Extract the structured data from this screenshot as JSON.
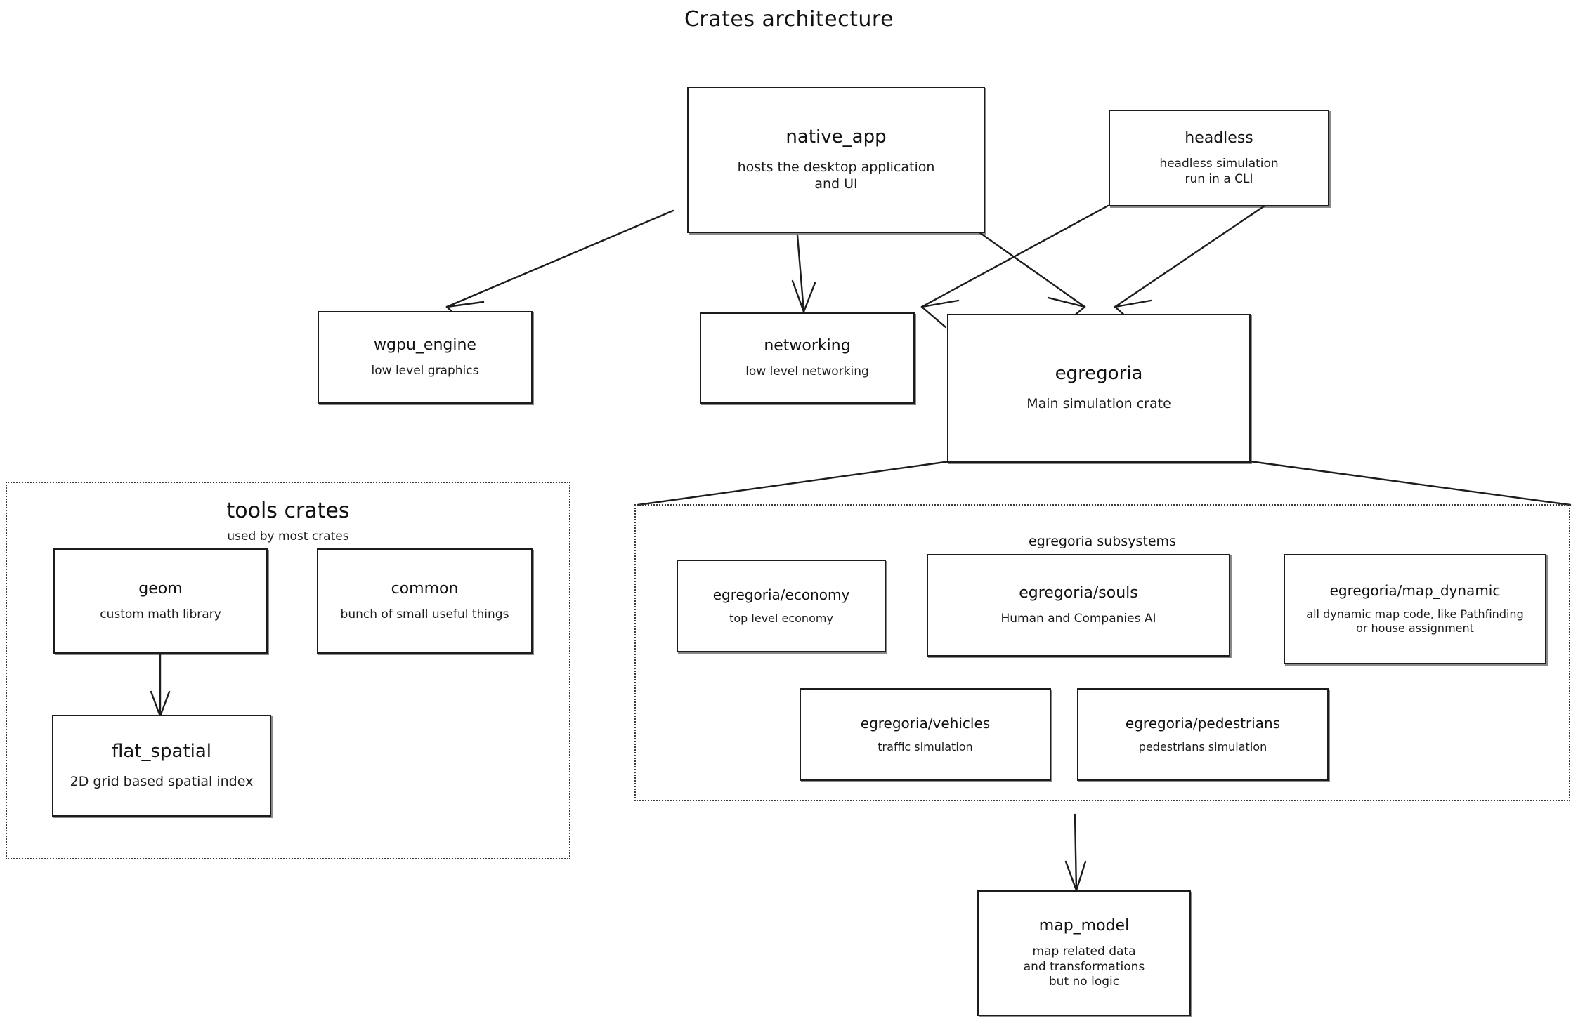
{
  "title": "Crates architecture",
  "nodes": {
    "native_app": {
      "name": "native_app",
      "desc": "hosts the desktop application\nand UI"
    },
    "headless": {
      "name": "headless",
      "desc": "headless simulation\nrun in a CLI"
    },
    "wgpu_engine": {
      "name": "wgpu_engine",
      "desc": "low level graphics"
    },
    "networking": {
      "name": "networking",
      "desc": "low level networking"
    },
    "egregoria": {
      "name": "egregoria",
      "desc": "Main simulation crate"
    },
    "geom": {
      "name": "geom",
      "desc": "custom math library"
    },
    "common": {
      "name": "common",
      "desc": "bunch of small useful things"
    },
    "flat_spatial": {
      "name": "flat_spatial",
      "desc": "2D grid based spatial index"
    },
    "economy": {
      "name": "egregoria/economy",
      "desc": "top level economy"
    },
    "souls": {
      "name": "egregoria/souls",
      "desc": "Human and Companies AI"
    },
    "map_dynamic": {
      "name": "egregoria/map_dynamic",
      "desc": "all dynamic map code, like Pathfinding\nor house assignment"
    },
    "vehicles": {
      "name": "egregoria/vehicles",
      "desc": "traffic simulation"
    },
    "pedestrians": {
      "name": "egregoria/pedestrians",
      "desc": "pedestrians simulation"
    },
    "map_model": {
      "name": "map_model",
      "desc": "map related data\nand transformations\nbut no logic"
    }
  },
  "groups": {
    "tools": {
      "title": "tools crates",
      "subtitle": "used by most crates"
    },
    "subsystems": {
      "label": "egregoria subsystems"
    }
  },
  "colors": {
    "stroke": "#1c1c1c",
    "group_stroke": "#3a3a3a",
    "background": "#ffffff",
    "text": "#111111"
  }
}
